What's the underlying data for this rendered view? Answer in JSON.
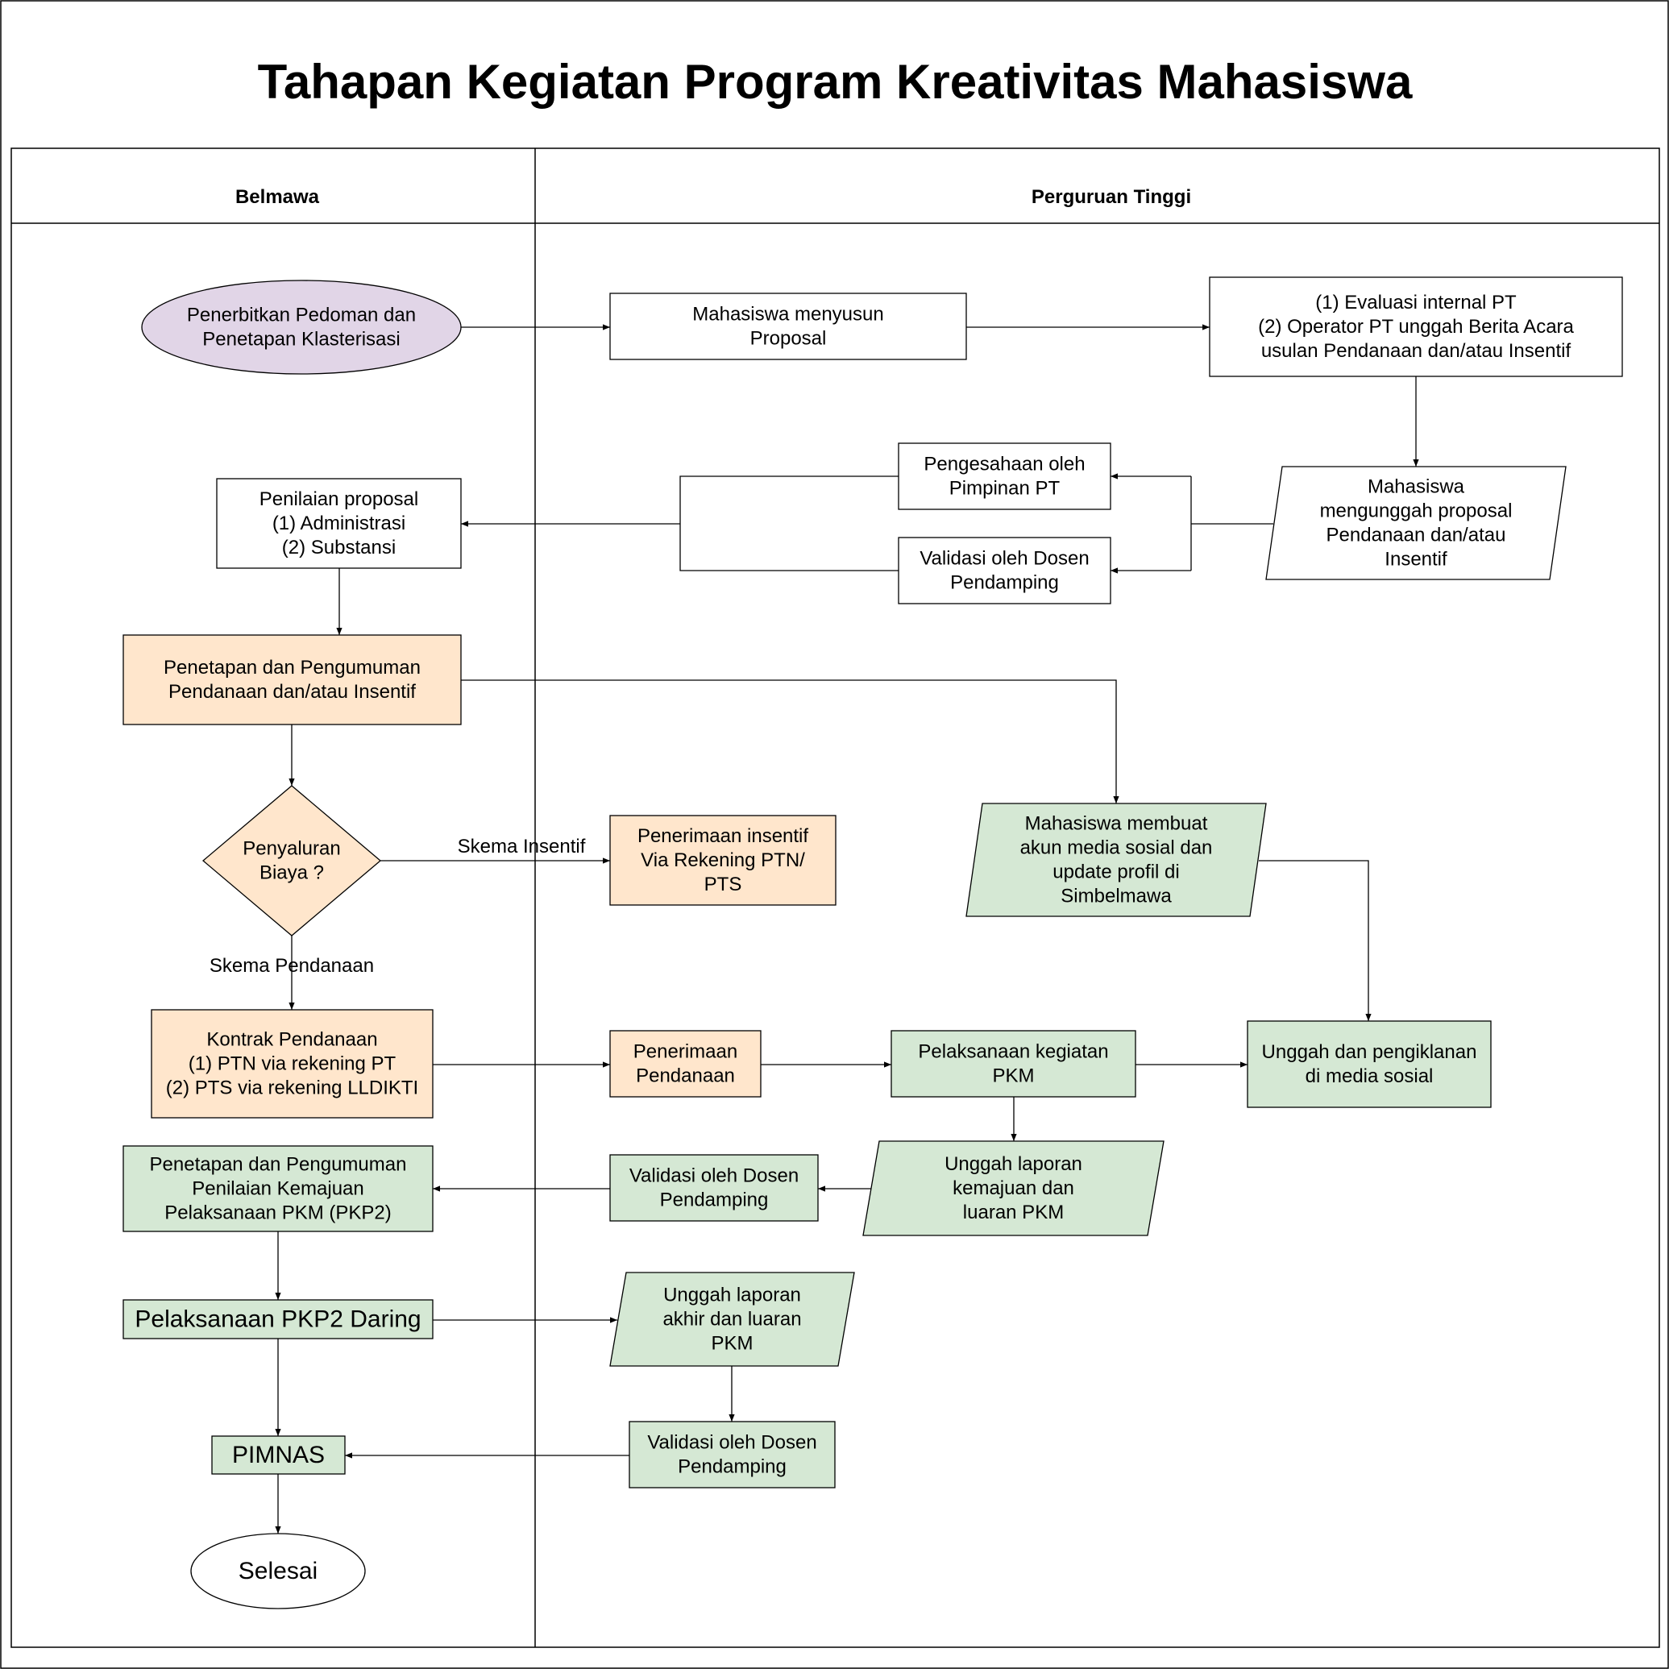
{
  "title": "Tahapan Kegiatan Program Kreativitas Mahasiswa",
  "lanes": {
    "left": "Belmawa",
    "right": "Perguruan Tinggi"
  },
  "colors": {
    "purple": "#e1d5e7",
    "peach": "#ffe6cc",
    "green": "#d5e8d4",
    "white": "#ffffff",
    "stroke": "#000000"
  },
  "nodes": {
    "n_start": {
      "shape": "ellipse",
      "fill": "purple",
      "lines": [
        "Penerbitkan Pedoman dan",
        "Penetapan Klasterisasi"
      ]
    },
    "n_proposal": {
      "shape": "rect",
      "fill": "white",
      "lines": [
        "Mahasiswa menyusun",
        "Proposal"
      ]
    },
    "n_eval": {
      "shape": "rect",
      "fill": "white",
      "lines": [
        "(1) Evaluasi internal PT",
        "(2) Operator PT unggah Berita Acara",
        "usulan Pendanaan dan/atau Insentif"
      ]
    },
    "n_upload": {
      "shape": "parallelogram",
      "fill": "white",
      "lines": [
        "Mahasiswa",
        "mengunggah proposal",
        "Pendanaan dan/atau",
        "Insentif"
      ]
    },
    "n_sah": {
      "shape": "rect",
      "fill": "white",
      "lines": [
        "Pengesahaan oleh",
        "Pimpinan PT"
      ]
    },
    "n_valid1": {
      "shape": "rect",
      "fill": "white",
      "lines": [
        "Validasi oleh Dosen",
        "Pendamping"
      ]
    },
    "n_nilai": {
      "shape": "rect",
      "fill": "white",
      "lines": [
        "Penilaian proposal",
        "(1) Administrasi",
        "(2) Substansi"
      ]
    },
    "n_penetapan": {
      "shape": "rect",
      "fill": "peach",
      "lines": [
        "Penetapan dan Pengumuman",
        "Pendanaan dan/atau Insentif"
      ]
    },
    "n_diamond": {
      "shape": "diamond",
      "fill": "peach",
      "lines": [
        "Penyaluran",
        "Biaya ?"
      ]
    },
    "n_insentif": {
      "shape": "rect",
      "fill": "peach",
      "lines": [
        "Penerimaan insentif",
        "Via Rekening PTN/",
        "PTS"
      ]
    },
    "n_akun": {
      "shape": "parallelogram",
      "fill": "green",
      "lines": [
        "Mahasiswa membuat",
        "akun media sosial dan",
        "update profil di",
        "Simbelmawa"
      ]
    },
    "n_kontrak": {
      "shape": "rect",
      "fill": "peach",
      "lines": [
        "Kontrak Pendanaan",
        "(1) PTN via rekening PT",
        "(2) PTS via rekening LLDIKTI"
      ]
    },
    "n_terima": {
      "shape": "rect",
      "fill": "peach",
      "lines": [
        "Penerimaan",
        "Pendanaan"
      ]
    },
    "n_laksana": {
      "shape": "rect",
      "fill": "green",
      "lines": [
        "Pelaksanaan kegiatan",
        "PKM"
      ]
    },
    "n_iklan": {
      "shape": "rect",
      "fill": "green",
      "lines": [
        "Unggah dan pengiklanan",
        "di media sosial"
      ]
    },
    "n_lapmaju": {
      "shape": "parallelogram",
      "fill": "green",
      "lines": [
        "Unggah laporan",
        "kemajuan dan",
        "luaran PKM"
      ]
    },
    "n_valid2": {
      "shape": "rect",
      "fill": "green",
      "lines": [
        "Validasi oleh Dosen",
        "Pendamping"
      ]
    },
    "n_pkp2": {
      "shape": "rect",
      "fill": "green",
      "lines": [
        "Penetapan dan Pengumuman",
        "Penilaian Kemajuan",
        "Pelaksanaan PKM (PKP2)"
      ]
    },
    "n_daring": {
      "shape": "rect",
      "fill": "green",
      "lines": [
        "Pelaksanaan PKP2 Daring"
      ]
    },
    "n_lapakhir": {
      "shape": "parallelogram",
      "fill": "green",
      "lines": [
        "Unggah laporan",
        "akhir dan luaran",
        "PKM"
      ]
    },
    "n_valid3": {
      "shape": "rect",
      "fill": "green",
      "lines": [
        "Validasi oleh Dosen",
        "Pendamping"
      ]
    },
    "n_pimnas": {
      "shape": "rect",
      "fill": "green",
      "lines": [
        "PIMNAS"
      ]
    },
    "n_selesai": {
      "shape": "ellipse",
      "fill": "white",
      "lines": [
        "Selesai"
      ]
    }
  },
  "edge_labels": {
    "skema_insentif": "Skema Insentif",
    "skema_pendanaan": "Skema Pendanaan"
  }
}
